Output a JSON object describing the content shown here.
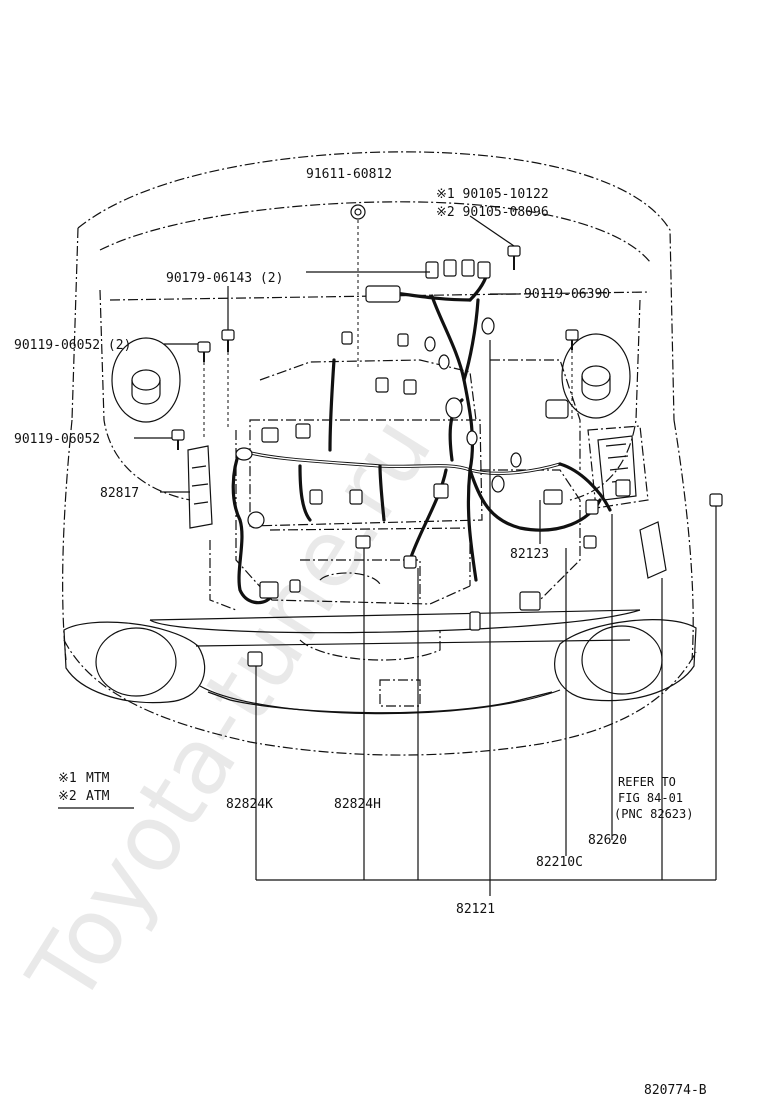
{
  "watermark": "Toyota-tune.ru",
  "figure_id": "820774-B",
  "legend": [
    {
      "mark": "※1",
      "text": "MTM"
    },
    {
      "mark": "※2",
      "text": "ATM"
    }
  ],
  "callouts": {
    "c91611": "91611-60812",
    "c90105_mtm": "※1 90105-10122",
    "c90105_atm": "※2 90105-08096",
    "c90179": "90179-06143 (2)",
    "c90119_06390": "90119-06390",
    "c90119_06052_2": "90119-06052 (2)",
    "c90119_06052": "90119-06052",
    "c82817": "82817",
    "c82123": "82123",
    "c82824K": "82824K",
    "c82824H": "82824H",
    "refer1": "REFER TO",
    "refer2": "FIG 84-01",
    "refer3": "(PNC 82623)",
    "c82620": "82620",
    "c82210C": "82210C",
    "c82121": "82121"
  }
}
